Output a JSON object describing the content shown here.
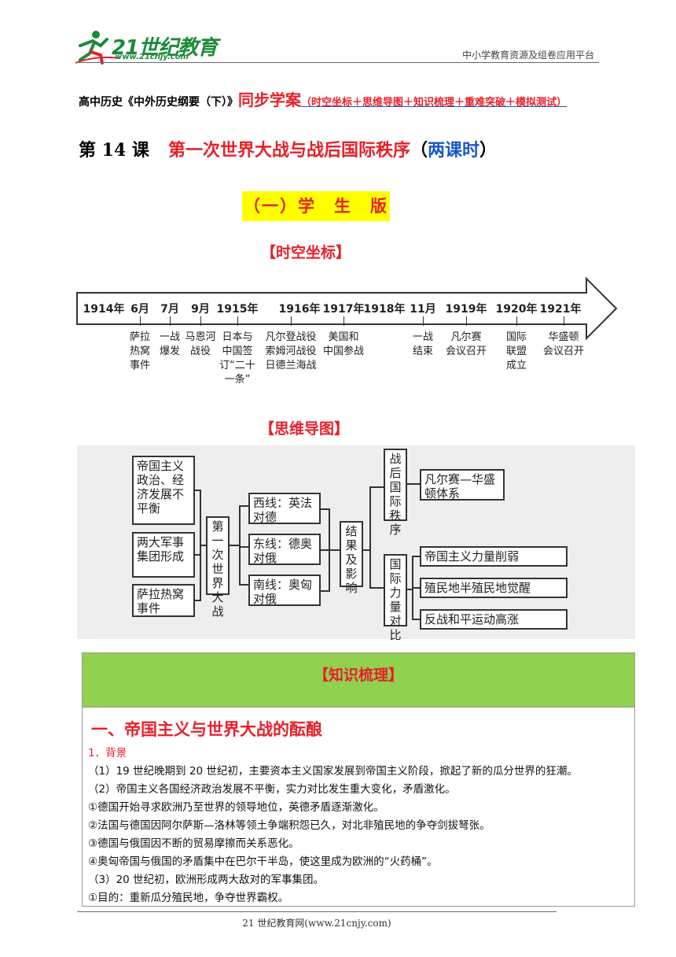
{
  "header": {
    "logo_text": "21世纪教育",
    "logo_url": "www.21cnjy.com",
    "right_text": "中小学教育资源及组卷应用平台"
  },
  "doc_title": {
    "part1": "高中历史《中外历史纲要（下）》",
    "part2": "同步学案",
    "part3": "（时空坐标＋思维导图＋知识梳理＋重难突破＋模拟测试）"
  },
  "lesson": {
    "number": "第 14 课",
    "name": "第一次世界大战与战后国际秩序",
    "paren_open": "（",
    "duration": "两课时",
    "paren_close": "）"
  },
  "version_label": "（一）学　生　版",
  "sections": {
    "timeline": "【时空坐标】",
    "mindmap": "【思维导图】",
    "knowledge": "【知识梳理】"
  },
  "timeline": {
    "years": [
      "1914年",
      "6月",
      "7月",
      "9月",
      "1915年",
      "1916年",
      "1917年",
      "1918年",
      "11月",
      "1919年",
      "1920年",
      "1921年"
    ],
    "events": [
      {
        "lines": [
          "萨拉",
          "热窝",
          "事件"
        ]
      },
      {
        "lines": [
          "一战",
          "爆发"
        ]
      },
      {
        "lines": [
          "马恩河",
          "战役"
        ]
      },
      {
        "lines": [
          "日本与",
          "中国签",
          "订“二十",
          "一条”"
        ]
      },
      {
        "lines": [
          "凡尔登战役",
          "索姆河战役",
          "日德兰海战"
        ]
      },
      {
        "lines": [
          "美国和",
          "中国参战"
        ]
      },
      {
        "lines": [
          "一战",
          "结束"
        ]
      },
      {
        "lines": [
          "凡尔赛",
          "会议召开"
        ]
      },
      {
        "lines": [
          "国际",
          "联盟",
          "成立"
        ]
      },
      {
        "lines": [
          "华盛顿",
          "会议召开"
        ]
      }
    ]
  },
  "mindmap": {
    "causes": [
      "帝国主义政治、经济发展不平衡",
      "两大军事集团形成",
      "萨拉热窝事件"
    ],
    "center": "第一次世界大战",
    "fronts": [
      "西线：英法对德",
      "东线：德奥对俄",
      "南线：奥匈对俄"
    ],
    "result": "结果及影响",
    "order": "战后国际秩序",
    "order_item": "凡尔赛—华盛顿体系",
    "power": "国际力量对比",
    "power_items": [
      "帝国主义力量削弱",
      "殖民地半殖民地觉醒",
      "反战和平运动高涨"
    ]
  },
  "knowledge": {
    "section_title": "一、帝国主义与世界大战的酝酿",
    "lines": [
      "1．背景",
      "（1）19 世纪晚期到 20 世纪初，主要资本主义国家发展到帝国主义阶段，掀起了新的瓜分世界的狂潮。",
      "（2）帝国主义各国经济政治发展不平衡，实力对比发生重大变化，矛盾激化。",
      "①德国开始寻求欧洲乃至世界的领导地位，英德矛盾逐渐激化。",
      "②法国与德国因阿尔萨斯—洛林等领土争端积怨已久，对北非殖民地的争夺剑拔弩张。",
      "③德国与俄国因不断的贸易摩擦而关系恶化。",
      "④奥匈帝国与俄国的矛盾集中在巴尔干半岛，使这里成为欧洲的“火药桶”。",
      "（3）20 世纪初，欧洲形成两大敌对的军事集团。",
      "①目的：重新瓜分殖民地，争夺世界霸权。"
    ]
  },
  "footer": "21 世纪教育网(www.21cnjy.com)",
  "colors": {
    "accent_red": "#e8202a",
    "blue": "#1a56c8",
    "green_header": "#92d050",
    "highlight_yellow": "#ffff00",
    "logo_green": "#1d8a3a"
  }
}
